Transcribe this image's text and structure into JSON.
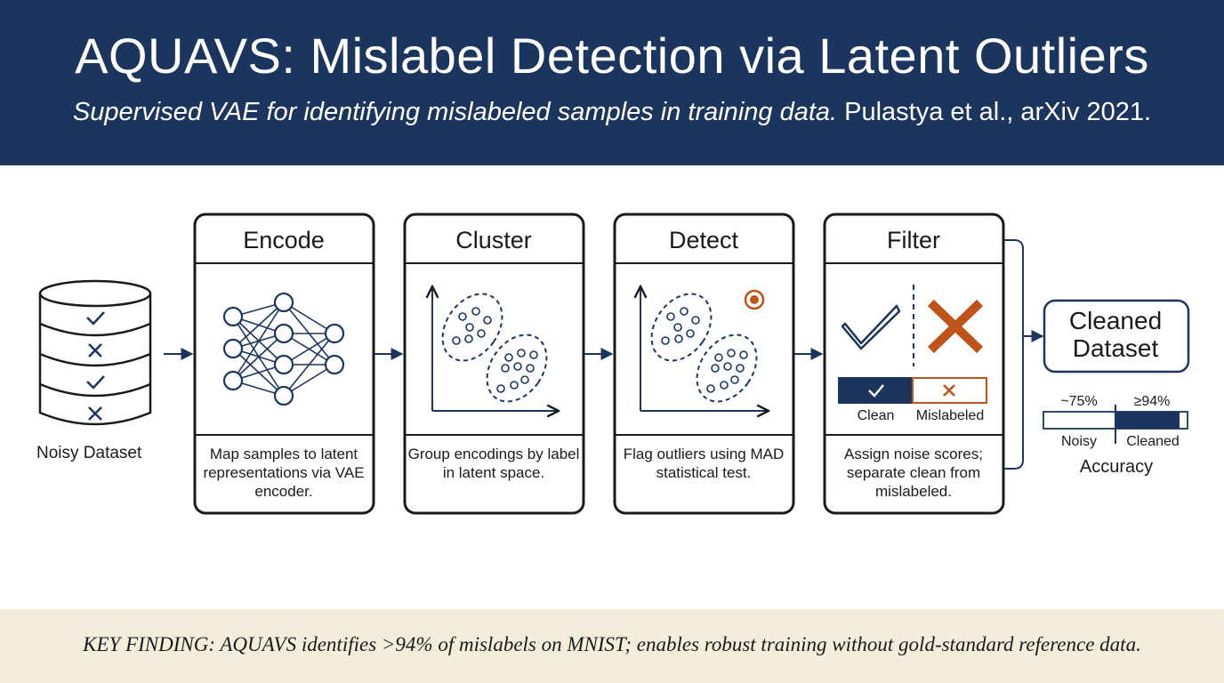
{
  "header": {
    "title": "AQUAVS: Mislabel Detection via Latent Outliers",
    "subtitle_italic": "Supervised VAE for identifying mislabeled samples in training data.",
    "subtitle_citation": "Pulastya et al., arXiv 2021."
  },
  "input": {
    "label": "Noisy Dataset"
  },
  "steps": [
    {
      "title": "Encode",
      "description": "Map samples to latent representations via VAE encoder."
    },
    {
      "title": "Cluster",
      "description": "Group encodings by label in latent space."
    },
    {
      "title": "Detect",
      "description": "Flag outliers using MAD statistical test."
    },
    {
      "title": "Filter",
      "description": "Assign noise scores; separate clean from mislabeled."
    }
  ],
  "filter_legend": {
    "clean": "Clean",
    "mislabeled": "Mislabeled"
  },
  "output": {
    "line1": "Cleaned",
    "line2": "Dataset",
    "accuracy_title": "Accuracy",
    "noisy_value": "~75%",
    "cleaned_value": "≥94%",
    "noisy_label": "Noisy",
    "cleaned_label": "Cleaned"
  },
  "footer": {
    "finding": "KEY FINDING: AQUAVS identifies >94% of mislabels on MNIST; enables robust training without gold-standard reference data."
  },
  "colors": {
    "header_bg": "#1c355e",
    "navy": "#1c355e",
    "accent_orange": "#c0531a",
    "footer_bg": "#f3eedc"
  }
}
